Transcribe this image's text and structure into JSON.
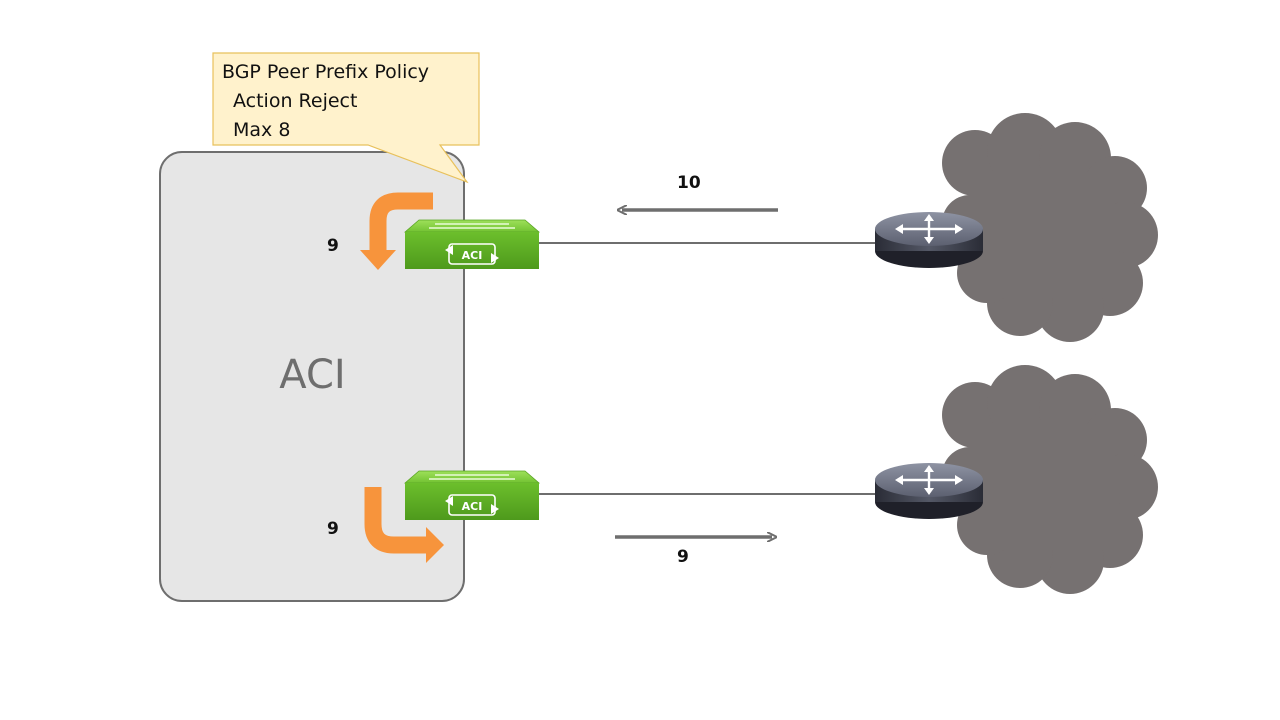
{
  "policy_callout": {
    "title": "BGP Peer Prefix Policy",
    "action": "Action Reject",
    "max": "Max 8"
  },
  "fabric": {
    "label": "ACI",
    "switch_label": "ACI"
  },
  "flows": {
    "upper_received_count": "10",
    "upper_internal_count": "9",
    "lower_internal_count": "9",
    "lower_advertised_count": "9"
  },
  "colors": {
    "fabric_fill": "#e6e6e6",
    "callout_fill": "#fff2cc",
    "callout_border": "#e8c15c",
    "switch_green": "#6cbf2c",
    "flow_orange": "#f7943c",
    "cloud_gray": "#767171",
    "router_dark": "#3b3e4a"
  }
}
